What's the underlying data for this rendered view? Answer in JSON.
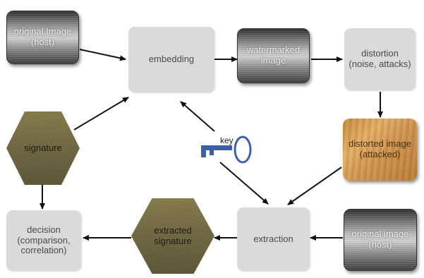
{
  "nodes": {
    "original_image_host_top": "original Image\n(host)",
    "embedding": "embedding",
    "watermarked_image": "watermarked\nimage",
    "distortion": "distortion\n(noise, attacks)",
    "distorted_image": "distorted image\n(attacked)",
    "signature": "signature",
    "decision": "decision\n(comparison,\ncorrelation)",
    "extracted_signature": "extracted\nsignature",
    "extraction": "extraction",
    "original_image_host_bottom": "original image\n(host)"
  },
  "key_label": "key",
  "colors": {
    "arrow": "#111111",
    "flat_box": "#dadada",
    "key_icon": "#3f5ea8",
    "hexagon": "#716842",
    "wood": "#d39a52"
  },
  "icons": {
    "key": "key-icon"
  }
}
